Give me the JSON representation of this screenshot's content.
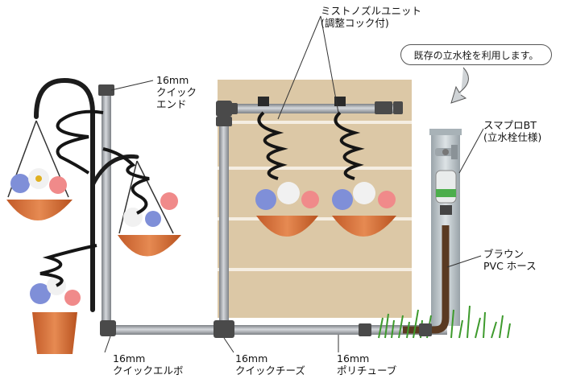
{
  "labels": {
    "quick_end": [
      "16mm",
      "クイック",
      "エンド"
    ],
    "mist_nozzle": [
      "ミストノズルユニット",
      "(調整コック付)"
    ],
    "existing_faucet_note": "既存の立水栓を利用します。",
    "smart_pro": [
      "スマプロBT",
      "(立水栓仕様)"
    ],
    "brown_hose": [
      "ブラウン",
      "PVC ホース"
    ],
    "quick_elbow": [
      "16mm",
      "クイックエルボ"
    ],
    "quick_tees": [
      "16mm",
      "クイックチーズ"
    ],
    "poly_tube": [
      "16mm",
      "ポリチューブ"
    ]
  },
  "colors": {
    "pipe": "#a9adb3",
    "pipe_edge": "#6f7378",
    "fence": "#d9c6a6",
    "fence_slat_gap": "#f3ebde",
    "pot": "#d9703a",
    "hose_brown": "#5a3a22",
    "faucet_post": "#b8c1c6",
    "grass": "#3d9a2c",
    "fitting": "#4a4a4a"
  },
  "icons": [
    "hanging-basket-icon",
    "flower-pot-icon",
    "mist-coil-icon",
    "faucet-icon",
    "timer-unit-icon",
    "grass-icon",
    "curved-arrow-icon"
  ]
}
